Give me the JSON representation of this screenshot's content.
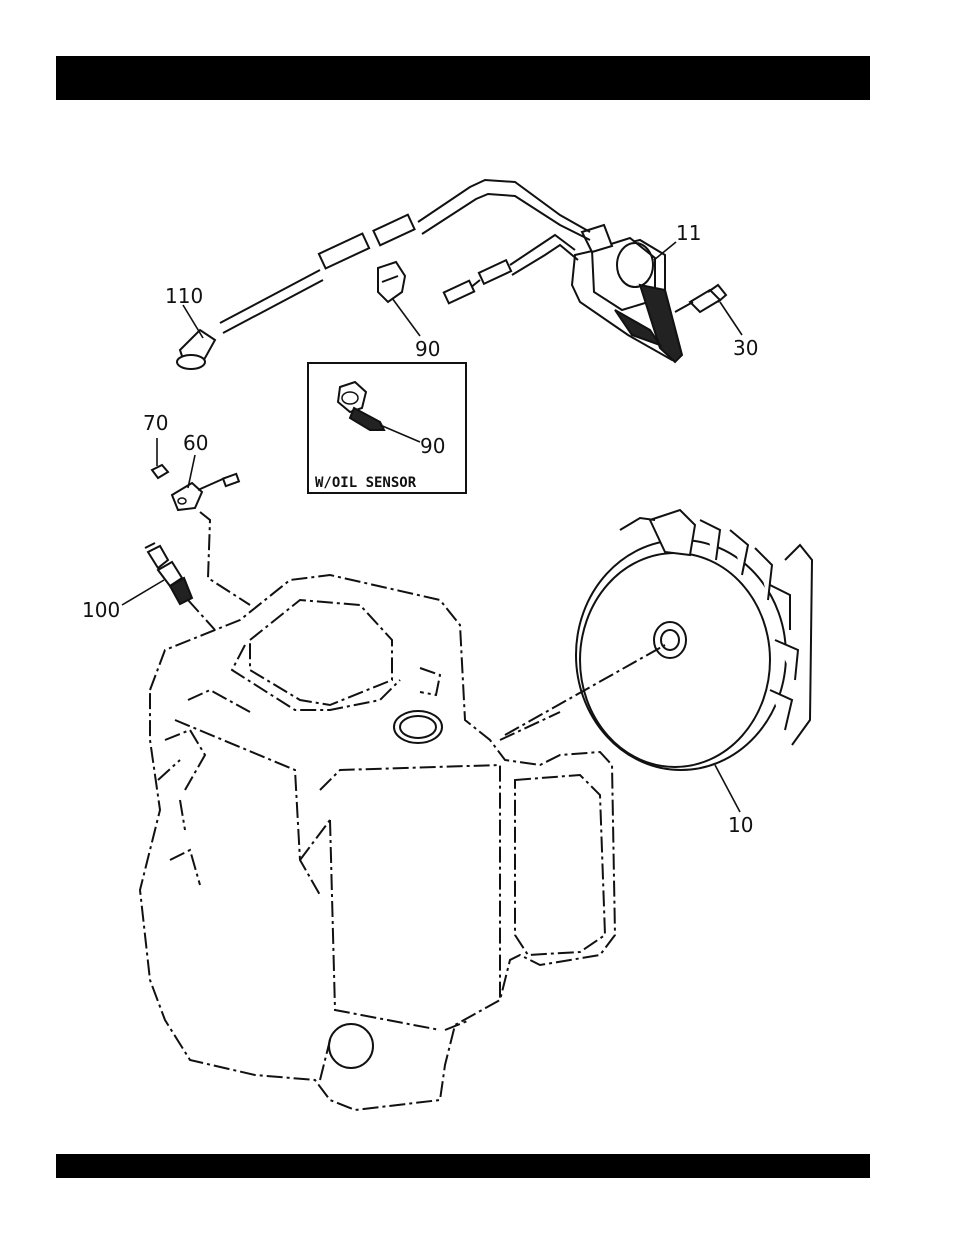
{
  "diagram": {
    "callouts": {
      "p110": "110",
      "p90_top": "90",
      "p11": "11",
      "p30": "30",
      "p70": "70",
      "p60": "60",
      "p90_inset": "90",
      "p100": "100",
      "p10": "10"
    },
    "inset_label": "W/OIL SENSOR"
  }
}
